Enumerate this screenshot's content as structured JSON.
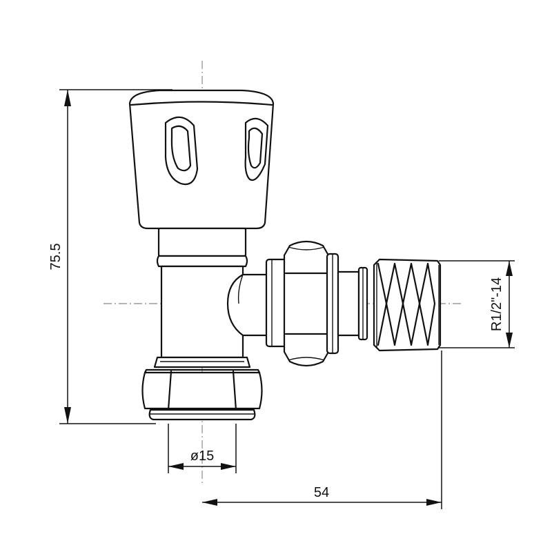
{
  "dimensions": {
    "height": "75.5",
    "pipe_diameter": "ø15",
    "offset": "54",
    "thread": "R1/2\"-14"
  }
}
